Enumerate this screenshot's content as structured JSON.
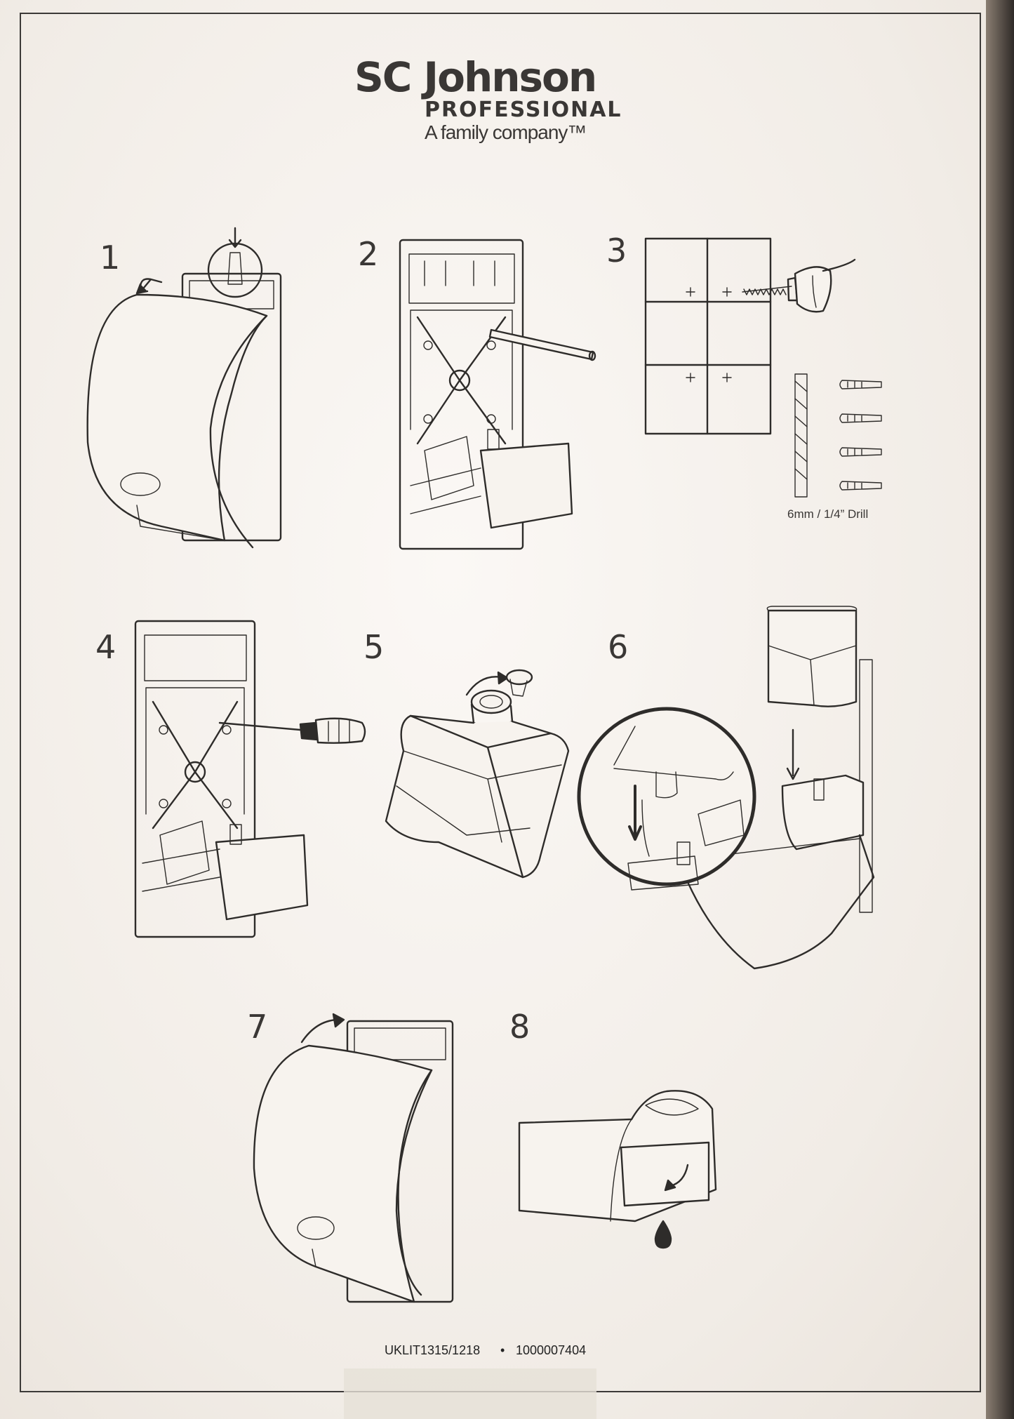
{
  "logo": {
    "brand": "SC Johnson",
    "sub": "PROFESSIONAL",
    "tagline": "A family company™"
  },
  "steps": [
    {
      "number": "1"
    },
    {
      "number": "2"
    },
    {
      "number": "3",
      "drill_note": "6mm / 1/4” Drill"
    },
    {
      "number": "4"
    },
    {
      "number": "5"
    },
    {
      "number": "6"
    },
    {
      "number": "7"
    },
    {
      "number": "8"
    }
  ],
  "footer": {
    "code": "UKLIT1315/1218",
    "separator": "•",
    "number": "1000007404"
  }
}
